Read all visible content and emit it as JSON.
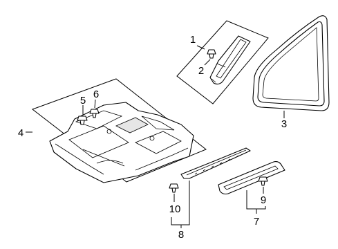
{
  "figure": {
    "background": "#ffffff",
    "ink": "#000000"
  },
  "callouts": {
    "c1": "1",
    "c2": "2",
    "c3": "3",
    "c4": "4",
    "c5": "5",
    "c6": "6",
    "c7": "7",
    "c8": "8",
    "c9": "9",
    "c10": "10"
  }
}
